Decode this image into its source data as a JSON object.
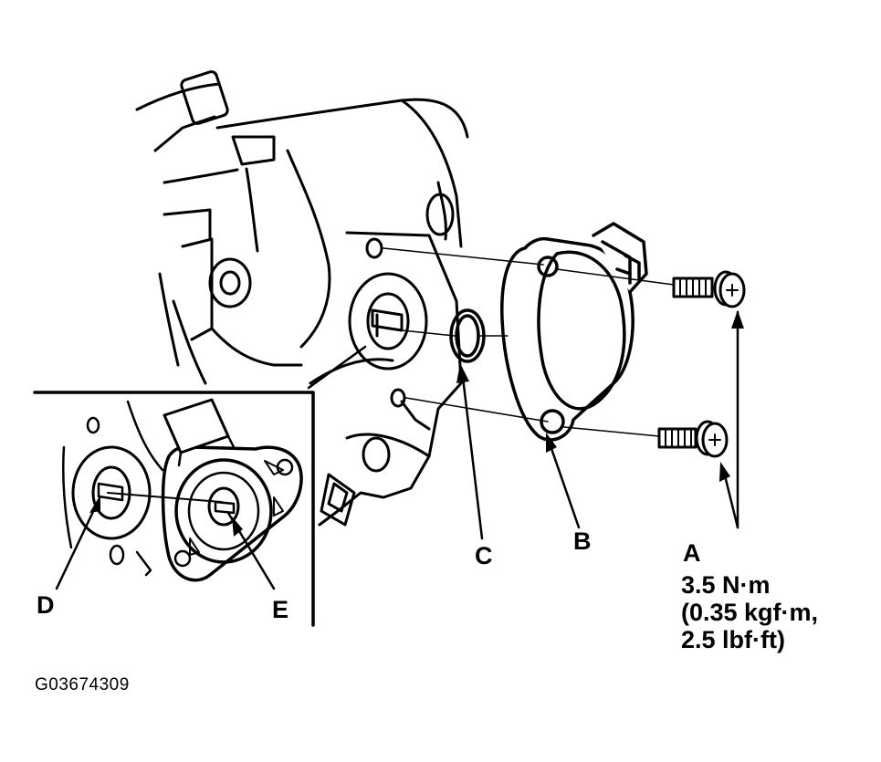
{
  "callouts": {
    "a": "A",
    "b": "B",
    "c": "C",
    "d": "D",
    "e": "E"
  },
  "torque": {
    "line1": "3.5 N·m",
    "line2": "(0.35 kgf·m,",
    "line3": "2.5 lbf·ft)"
  },
  "figure_id": "G03674309",
  "colors": {
    "ink": "#000000",
    "paper": "#ffffff"
  }
}
